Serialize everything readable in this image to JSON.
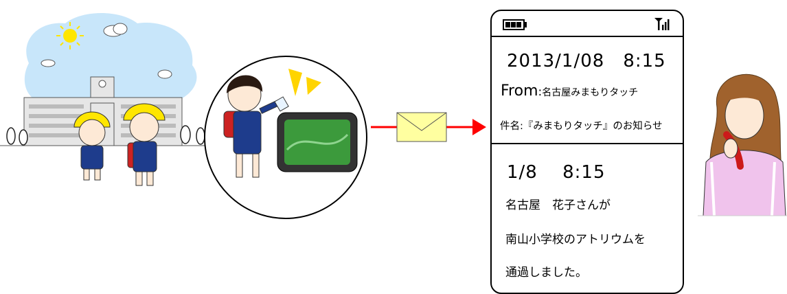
{
  "message": {
    "datetime": "2013/1/08　8:15",
    "from_label": "From",
    "from_sep": ":",
    "from_value": "名古屋みまもりタッチ",
    "subject_label": "件名",
    "subject_sep": ":",
    "subject_value": "『みまもりタッチ』のお知らせ",
    "body_time": "1/8　 8:15",
    "body_line1": "名古屋　花子さんが",
    "body_line2": "南山小学校のアトリウムを",
    "body_line3": "通過しました。"
  },
  "colors": {
    "arrow": "#ff0000",
    "envelope": "#ffffa0",
    "sky": "#c8e6fa",
    "helmet": "#ffe600",
    "device_screen": "#3c9a3c"
  },
  "icons": {
    "battery": "battery-icon",
    "signal": "signal-icon",
    "envelope": "envelope-icon"
  }
}
